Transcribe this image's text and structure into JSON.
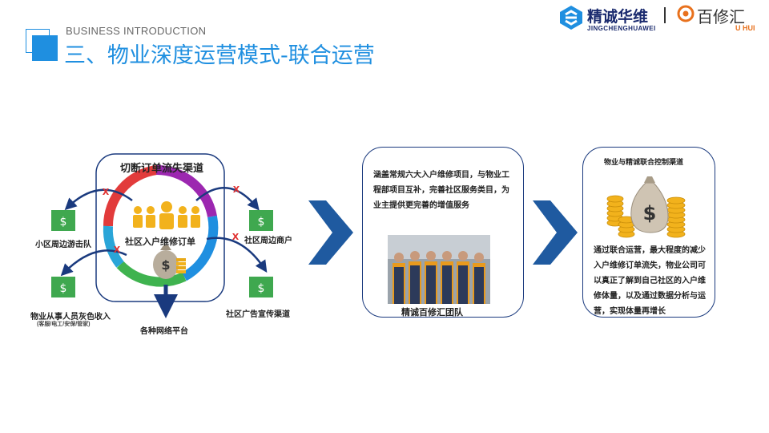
{
  "header": {
    "subtitle": "BUSINESS INTRODUCTION",
    "title": "三、物业深度运营模式-联合运营"
  },
  "logos": {
    "jc_name": "精诚华维",
    "jc_en": "JINGCHENGHUAWEI",
    "bx_name": "百修汇",
    "bx_en": "U HUI"
  },
  "left_diagram": {
    "title": "切断订单流失渠道",
    "center_label": "社区入户维修订单",
    "channels": [
      "小区周边游击队",
      "物业从事人员灰色收入",
      "社区周边商户",
      "社区广告宣传渠道",
      "各种网络平台"
    ],
    "channel_note": "(客服/电工/安保/管家)",
    "x_mark": "X"
  },
  "middle_box": {
    "text": "涵盖常规六大入户维修项目，与物业工程部项目互补，完善社区服务类目，为业主提供更完善的增值服务",
    "caption": "精诚百修汇团队"
  },
  "right_box": {
    "title": "物业与精诚联合控制渠道",
    "text": "通过联合运营，最大程度的减少入户维修订单流失，物业公司可以真正了解到自己社区的入户维修体量，以及通过数据分析与运营，实现体量再增长"
  },
  "colors": {
    "accent": "#1f8fe0",
    "navy": "#1a3a7e",
    "arrow_blue": "#1f5aa0",
    "gold": "#f2b21c",
    "cross_red": "#e03030"
  }
}
